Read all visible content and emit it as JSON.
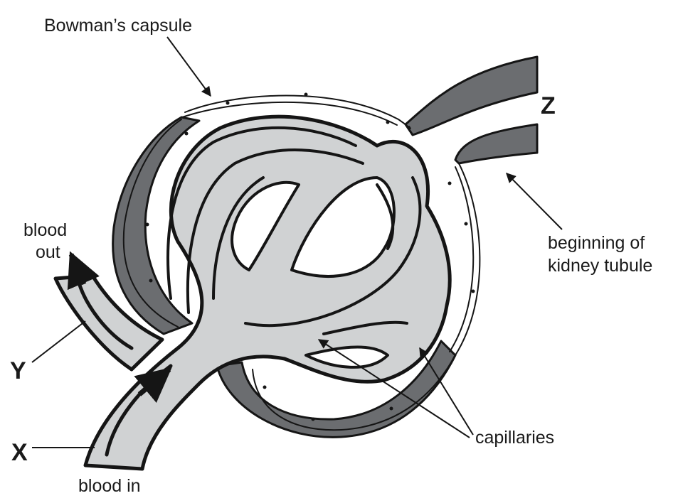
{
  "labels": {
    "bowmans_capsule": "Bowman’s capsule",
    "z": "Z",
    "beginning_line1": "beginning of",
    "beginning_line2": "kidney tubule",
    "blood_out_line1": "blood",
    "blood_out_line2": "out",
    "y": "Y",
    "x": "X",
    "blood_in": "blood in",
    "capillaries": "capillaries"
  },
  "colors": {
    "capillary_grey": "#d0d2d3",
    "capsule_dark_grey": "#6b6d70",
    "outline": "#151515"
  }
}
